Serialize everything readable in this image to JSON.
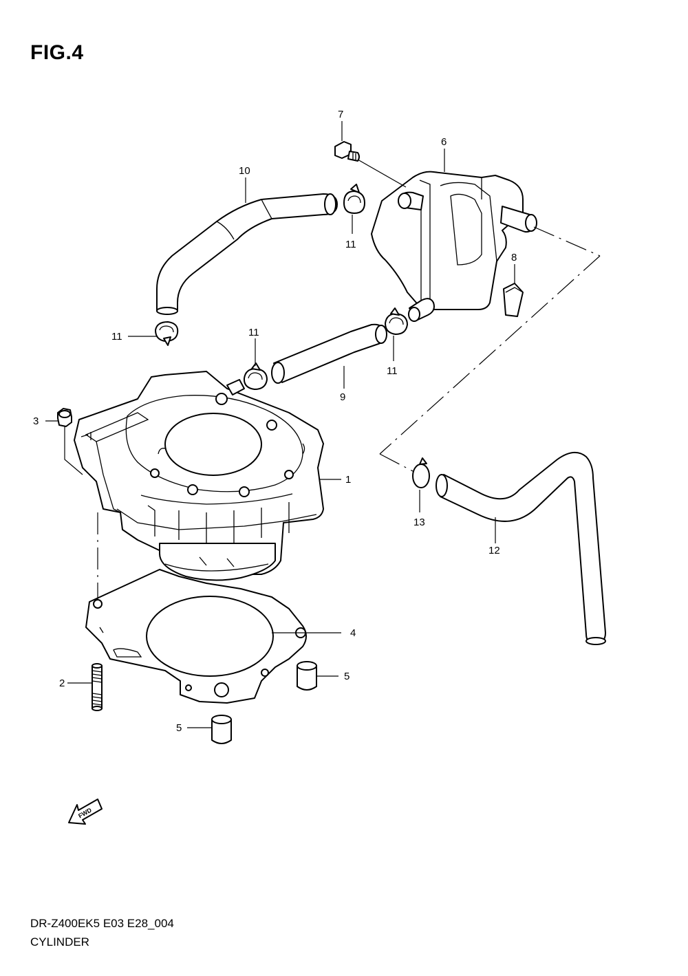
{
  "figure": {
    "title": "FIG.4",
    "model_code": "DR-Z400EK5 E03 E28_004",
    "section_name": "CYLINDER"
  },
  "fwd_arrow": {
    "label": "FWD",
    "icon": "fwd-arrow-icon"
  },
  "parts": [
    {
      "number": "1",
      "part": "cylinder"
    },
    {
      "number": "2",
      "part": "stud"
    },
    {
      "number": "3",
      "part": "nut"
    },
    {
      "number": "4",
      "part": "gasket"
    },
    {
      "number": "5",
      "part": "dowel-pin"
    },
    {
      "number": "6",
      "part": "reed-valve-box"
    },
    {
      "number": "7",
      "part": "bolt"
    },
    {
      "number": "8",
      "part": "cushion"
    },
    {
      "number": "9",
      "part": "hose"
    },
    {
      "number": "10",
      "part": "hose"
    },
    {
      "number": "11",
      "part": "clamp"
    },
    {
      "number": "12",
      "part": "hose"
    },
    {
      "number": "13",
      "part": "clamp"
    }
  ],
  "callouts": {
    "c1": "1",
    "c2": "2",
    "c3": "3",
    "c4": "4",
    "c5a": "5",
    "c5b": "5",
    "c6": "6",
    "c7": "7",
    "c8": "8",
    "c9": "9",
    "c10": "10",
    "c11a": "11",
    "c11b": "11",
    "c11c": "11",
    "c11d": "11",
    "c12": "12",
    "c13": "13"
  }
}
